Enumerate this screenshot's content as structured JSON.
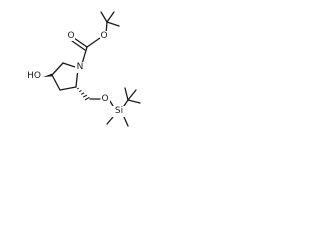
{
  "molecule": {
    "atoms": {
      "ring_nitrogen": "N",
      "hydroxyl": "HO",
      "ether_oxygen": "O",
      "carbonyl_oxygen": "O",
      "ester_oxygen": "O",
      "silicon": "Si"
    }
  }
}
